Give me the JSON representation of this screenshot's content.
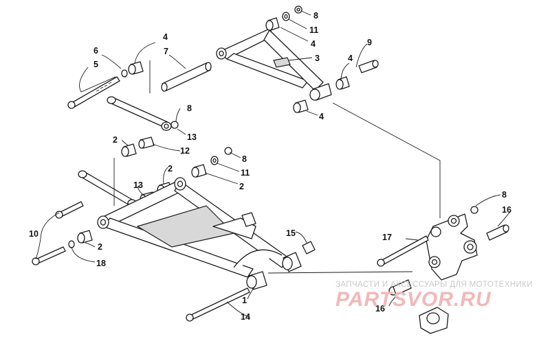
{
  "watermark": {
    "line1": "ЗАПЧАСТИ И АКСЕССУАРЫ ДЛЯ МОТОТЕХНИКИ",
    "line2": "PARTSVOR.RU",
    "line2_color": "#f2b8b8"
  },
  "callouts": {
    "c8a": "8",
    "c11a": "11",
    "c4a": "4",
    "c3": "3",
    "c9": "9",
    "c4b": "4",
    "c4c": "4",
    "c7": "7",
    "c6": "6",
    "c5": "5",
    "c4d": "4",
    "c8b": "8",
    "c13a": "13",
    "c2a": "2",
    "c12": "12",
    "c8c": "8",
    "c11b": "11",
    "c2b": "2",
    "c2c": "2",
    "c13b": "13",
    "c10": "10",
    "c2d": "2",
    "c18": "18",
    "c15": "15",
    "c17": "17",
    "c8d": "8",
    "c16a": "16",
    "c1": "1",
    "c14": "14",
    "c16b": "16"
  }
}
